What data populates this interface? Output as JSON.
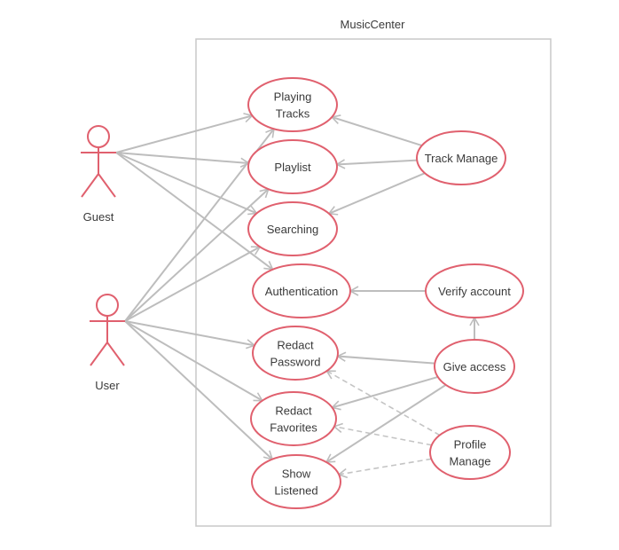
{
  "system": {
    "name": "MusicCenter"
  },
  "actors": [
    {
      "id": "guest",
      "label": "Guest"
    },
    {
      "id": "user",
      "label": "User"
    }
  ],
  "use_cases": [
    {
      "id": "playing_tracks",
      "lines": [
        "Playing",
        "Tracks"
      ]
    },
    {
      "id": "playlist",
      "lines": [
        "Playlist"
      ]
    },
    {
      "id": "searching",
      "lines": [
        "Searching"
      ]
    },
    {
      "id": "authentication",
      "lines": [
        "Authentication"
      ]
    },
    {
      "id": "redact_password",
      "lines": [
        "Redact",
        "Password"
      ]
    },
    {
      "id": "redact_favorites",
      "lines": [
        "Redact",
        "Favorites"
      ]
    },
    {
      "id": "show_listened",
      "lines": [
        "Show",
        "Listened"
      ]
    },
    {
      "id": "track_manage",
      "lines": [
        "Track Manage"
      ]
    },
    {
      "id": "verify_account",
      "lines": [
        "Verify account"
      ]
    },
    {
      "id": "give_access",
      "lines": [
        "Give access"
      ]
    },
    {
      "id": "profile_manage",
      "lines": [
        "Profile",
        "Manage"
      ]
    }
  ],
  "relations": [
    {
      "from": "guest",
      "to": "playing_tracks",
      "style": "solid"
    },
    {
      "from": "guest",
      "to": "playlist",
      "style": "solid"
    },
    {
      "from": "guest",
      "to": "searching",
      "style": "solid"
    },
    {
      "from": "guest",
      "to": "authentication",
      "style": "solid"
    },
    {
      "from": "user",
      "to": "playing_tracks",
      "style": "solid"
    },
    {
      "from": "user",
      "to": "playlist",
      "style": "solid"
    },
    {
      "from": "user",
      "to": "searching",
      "style": "solid"
    },
    {
      "from": "user",
      "to": "redact_password",
      "style": "solid"
    },
    {
      "from": "user",
      "to": "redact_favorites",
      "style": "solid"
    },
    {
      "from": "user",
      "to": "show_listened",
      "style": "solid"
    },
    {
      "from": "track_manage",
      "to": "playing_tracks",
      "style": "solid"
    },
    {
      "from": "track_manage",
      "to": "playlist",
      "style": "solid"
    },
    {
      "from": "track_manage",
      "to": "searching",
      "style": "solid"
    },
    {
      "from": "verify_account",
      "to": "authentication",
      "style": "solid"
    },
    {
      "from": "give_access",
      "to": "verify_account",
      "style": "solid"
    },
    {
      "from": "give_access",
      "to": "redact_password",
      "style": "solid"
    },
    {
      "from": "give_access",
      "to": "redact_favorites",
      "style": "solid"
    },
    {
      "from": "give_access",
      "to": "show_listened",
      "style": "solid"
    },
    {
      "from": "profile_manage",
      "to": "redact_password",
      "style": "dashed"
    },
    {
      "from": "profile_manage",
      "to": "redact_favorites",
      "style": "dashed"
    },
    {
      "from": "profile_manage",
      "to": "show_listened",
      "style": "dashed"
    }
  ]
}
